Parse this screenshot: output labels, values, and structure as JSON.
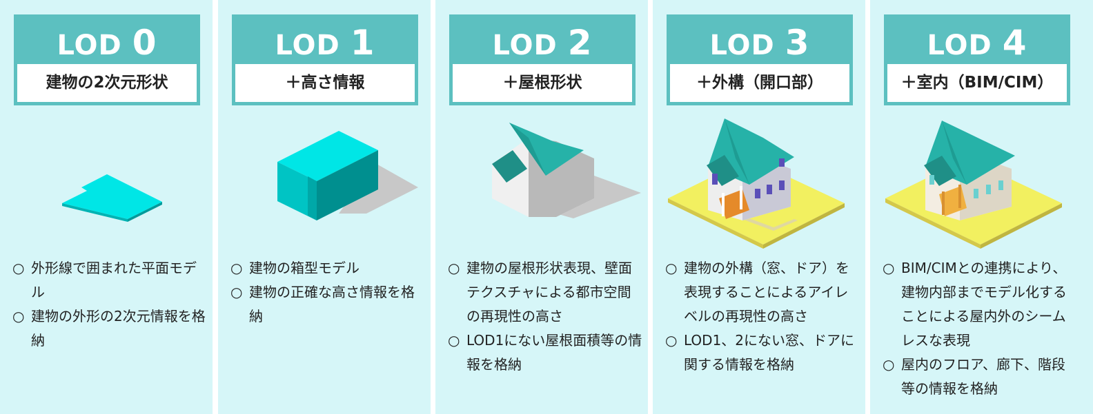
{
  "levels": [
    {
      "label": "LOD",
      "number": "0",
      "subtitle": "建物の2次元形状",
      "items": [
        "外形線で囲まれた平面モデル",
        "建物の外形の2次元情報を格納"
      ]
    },
    {
      "label": "LOD",
      "number": "1",
      "subtitle": "＋高さ情報",
      "items": [
        "建物の箱型モデル",
        "建物の正確な高さ情報を格納"
      ]
    },
    {
      "label": "LOD",
      "number": "2",
      "subtitle": "＋屋根形状",
      "items": [
        "建物の屋根形状表現、壁面テクスチャによる都市空間の再現性の高さ",
        "LOD1にない屋根面積等の情報を格納"
      ]
    },
    {
      "label": "LOD",
      "number": "3",
      "subtitle": "＋外構（開口部）",
      "items": [
        "建物の外構（窓、ドア）を表現することによるアイレベルの再現性の高さ",
        "LOD1、2にない窓、ドアに関する情報を格納"
      ]
    },
    {
      "label": "LOD",
      "number": "4",
      "subtitle": "＋室内（BIM/CIM）",
      "items": [
        "BIM/CIMとの連携により、建物内部までモデル化することによる屋内外のシームレスな表現",
        "屋内のフロア、廊下、階段等の情報を格納"
      ]
    }
  ],
  "bullet": "○",
  "colors": {
    "panel_bg": "#d6f6f8",
    "header_teal": "#5cc0c0",
    "model_cyan": "#00e6e6",
    "roof_teal": "#26b2a8",
    "ground_yellow": "#f2f060"
  }
}
